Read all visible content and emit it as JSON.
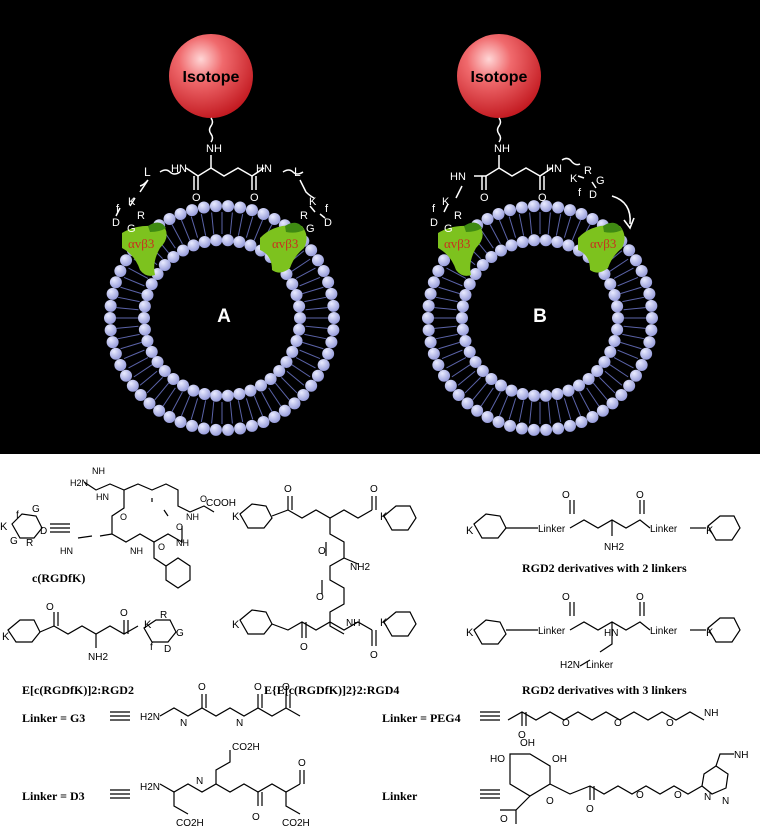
{
  "panels": [
    {
      "id": "A",
      "label": "A",
      "isotope": "Isotope",
      "integrin": "αvβ3"
    },
    {
      "id": "B",
      "label": "B",
      "isotope": "Isotope",
      "integrin": "αvβ3"
    }
  ],
  "structures": {
    "crgdfk": {
      "label": "c(RGDfK)",
      "cooh": "COOH"
    },
    "rgd2": {
      "label": "E[c(RGDfK)]2:RGD2"
    },
    "rgd4": {
      "label": "E{E[c(RGDfK)]2}2:RGD4"
    },
    "rgd2_2linkers": {
      "label": "RGD2 derivatives with 2 linkers",
      "linker": "Linker"
    },
    "rgd2_3linkers": {
      "label": "RGD2 derivatives with 3 linkers",
      "linker": "Linker"
    }
  },
  "linkers": {
    "g3": {
      "label": "Linker = G3"
    },
    "d3": {
      "label": "Linker = D3"
    },
    "peg4": {
      "label": "Linker = PEG4"
    },
    "sugar": {
      "label": "Linker"
    }
  },
  "colors": {
    "isotope": "#e8363c",
    "integrin": "#7dc21e",
    "membrane": "#aab0e8",
    "integrin_text": "#c8311f"
  }
}
